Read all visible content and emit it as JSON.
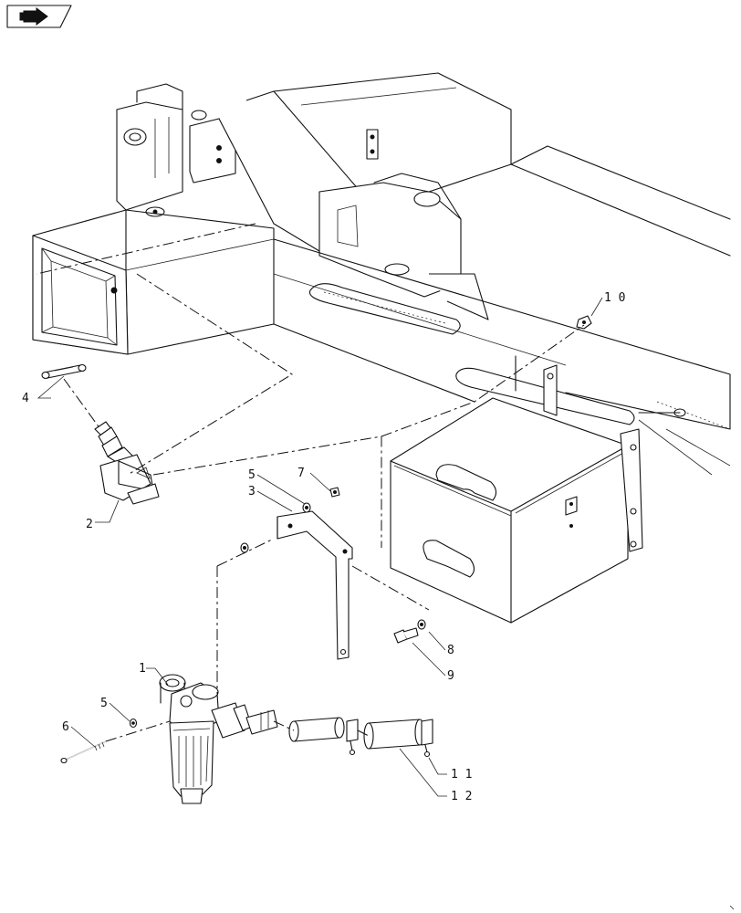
{
  "header": {
    "nav_icon": "page-forward-icon"
  },
  "callouts": [
    {
      "id": "c1",
      "label": "1"
    },
    {
      "id": "c2",
      "label": "2"
    },
    {
      "id": "c3",
      "label": "3"
    },
    {
      "id": "c4",
      "label": "4"
    },
    {
      "id": "c5a",
      "label": "5"
    },
    {
      "id": "c5b",
      "label": "5"
    },
    {
      "id": "c6",
      "label": "6"
    },
    {
      "id": "c7",
      "label": "7"
    },
    {
      "id": "c8",
      "label": "8"
    },
    {
      "id": "c9",
      "label": "9"
    },
    {
      "id": "c10",
      "label": "1 0"
    },
    {
      "id": "c11",
      "label": "1 1"
    },
    {
      "id": "c12",
      "label": "1 2"
    }
  ]
}
